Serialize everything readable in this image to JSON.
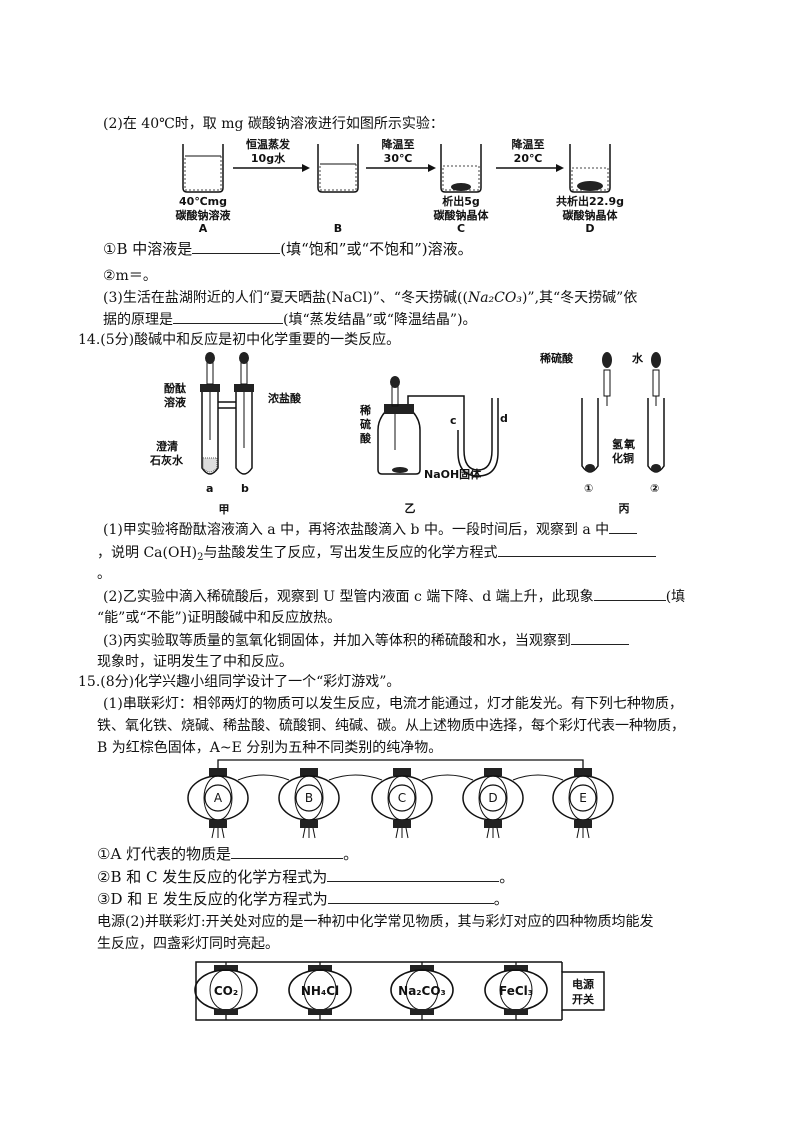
{
  "q13": {
    "part2_intro": "(2)在 40℃时，取 mg 碳酸钠溶液进行如图所示实验：",
    "beaker_A_label1": "40℃mg",
    "beaker_A_label2": "碳酸钠溶液",
    "beaker_A_letter": "A",
    "arrow1_top": "恒温蒸发",
    "arrow1_bottom": "10g水",
    "beaker_B_letter": "B",
    "arrow2_top": "降温至",
    "arrow2_bottom": "30℃",
    "beaker_C_label1": "析出5g",
    "beaker_C_label2": "碳酸钠晶体",
    "beaker_C_letter": "C",
    "arrow3_top": "降温至",
    "arrow3_bottom": "20℃",
    "beaker_D_label1": "共析出22.9g",
    "beaker_D_label2": "碳酸钠晶体",
    "beaker_D_letter": "D",
    "q1_pre": "①B 中溶液是",
    "q1_post": "(填“饱和”或“不饱和”)溶液。",
    "q2": "②m＝。",
    "part3_a": "(3)生活在盐湖附近的人们“夏天晒盐(NaCl)”、“冬天捞碱((",
    "part3_formula": "Na₂CO₃",
    "part3_b": ")”,其“冬天捞碱”依",
    "part3_c_pre": "据的原理是",
    "part3_c_post": "(填“蒸发结晶”或“降温结晶”)。"
  },
  "q14": {
    "title": "14.(5分)酸碱中和反应是初中化学重要的一类反应。",
    "jia_label_phenol1": "酚酞",
    "jia_label_phenol2": "溶液",
    "jia_label_hcl": "浓盐酸",
    "jia_label_lime1": "澄清",
    "jia_label_lime2": "石灰水",
    "jia_a": "a",
    "jia_b": "b",
    "jia_name": "甲",
    "yi_label1": "稀",
    "yi_label2": "硫",
    "yi_label3": "酸",
    "yi_c": "c",
    "yi_d": "d",
    "yi_naoh": "NaOH固体",
    "yi_name": "乙",
    "bing_acid": "稀硫酸",
    "bing_water": "水",
    "bing_cu1": "氢",
    "bing_cu2": "氧",
    "bing_cu3": "化铜",
    "bing_1": "①",
    "bing_2": "②",
    "bing_name": "丙",
    "p1_a": "(1)甲实验将酚酞溶液滴入 a 中，再将浓盐酸滴入 b 中。一段时间后，观察到 a 中",
    "p1_b_pre": "，说明 Ca(OH)",
    "p1_b_sub": "2",
    "p1_b_post": "与盐酸发生了反应，写出发生反应的化学方程式",
    "p1_c": "。",
    "p2_a": "(2)乙实验中滴入稀硫酸后，观察到 U 型管内液面 c 端下降、d 端上升，此现象",
    "p2_a_end": "(填",
    "p2_b": "“能”或“不能”)证明酸碱中和反应放热。",
    "p3_a": "(3)丙实验取等质量的氢氧化铜固体，并加入等体积的稀硫酸和水，当观察到",
    "p3_b": "现象时，证明发生了中和反应。"
  },
  "q15": {
    "title": "15.(8分)化学兴趣小组同学设计了一个“彩灯游戏”。",
    "p1_a": "(1)串联彩灯：相邻两灯的物质可以发生反应，电流才能通过，灯才能发光。有下列七种物质，",
    "p1_b": "铁、氧化铁、烧碱、稀盐酸、硫酸铜、纯碱、碳。从上述物质中选择，每个彩灯代表一种物质，",
    "p1_c": "B 为红棕色固体，A~E 分别为五种不同类别的纯净物。",
    "lamps": [
      "A",
      "B",
      "C",
      "D",
      "E"
    ],
    "qa_pre": "①A 灯代表的物质是",
    "qa_post": "。",
    "qb_pre": "②B 和 C  发生反应的化学方程式为",
    "qb_post": "。",
    "qc_pre": "③D 和 E  发生反应的化学方程式为",
    "qc_post": "。",
    "p2_a": "电源(2)并联彩灯:开关处对应的是一种初中化学常见物质，其与彩灯对应的四种物质均能发",
    "p2_b": "生反应，四盏彩灯同时亮起。",
    "par_lamps": [
      "CO₂",
      "NH₄Cl",
      "Na₂CO₃",
      "FeCl₃"
    ],
    "switch1": "电源",
    "switch2": "开关"
  }
}
